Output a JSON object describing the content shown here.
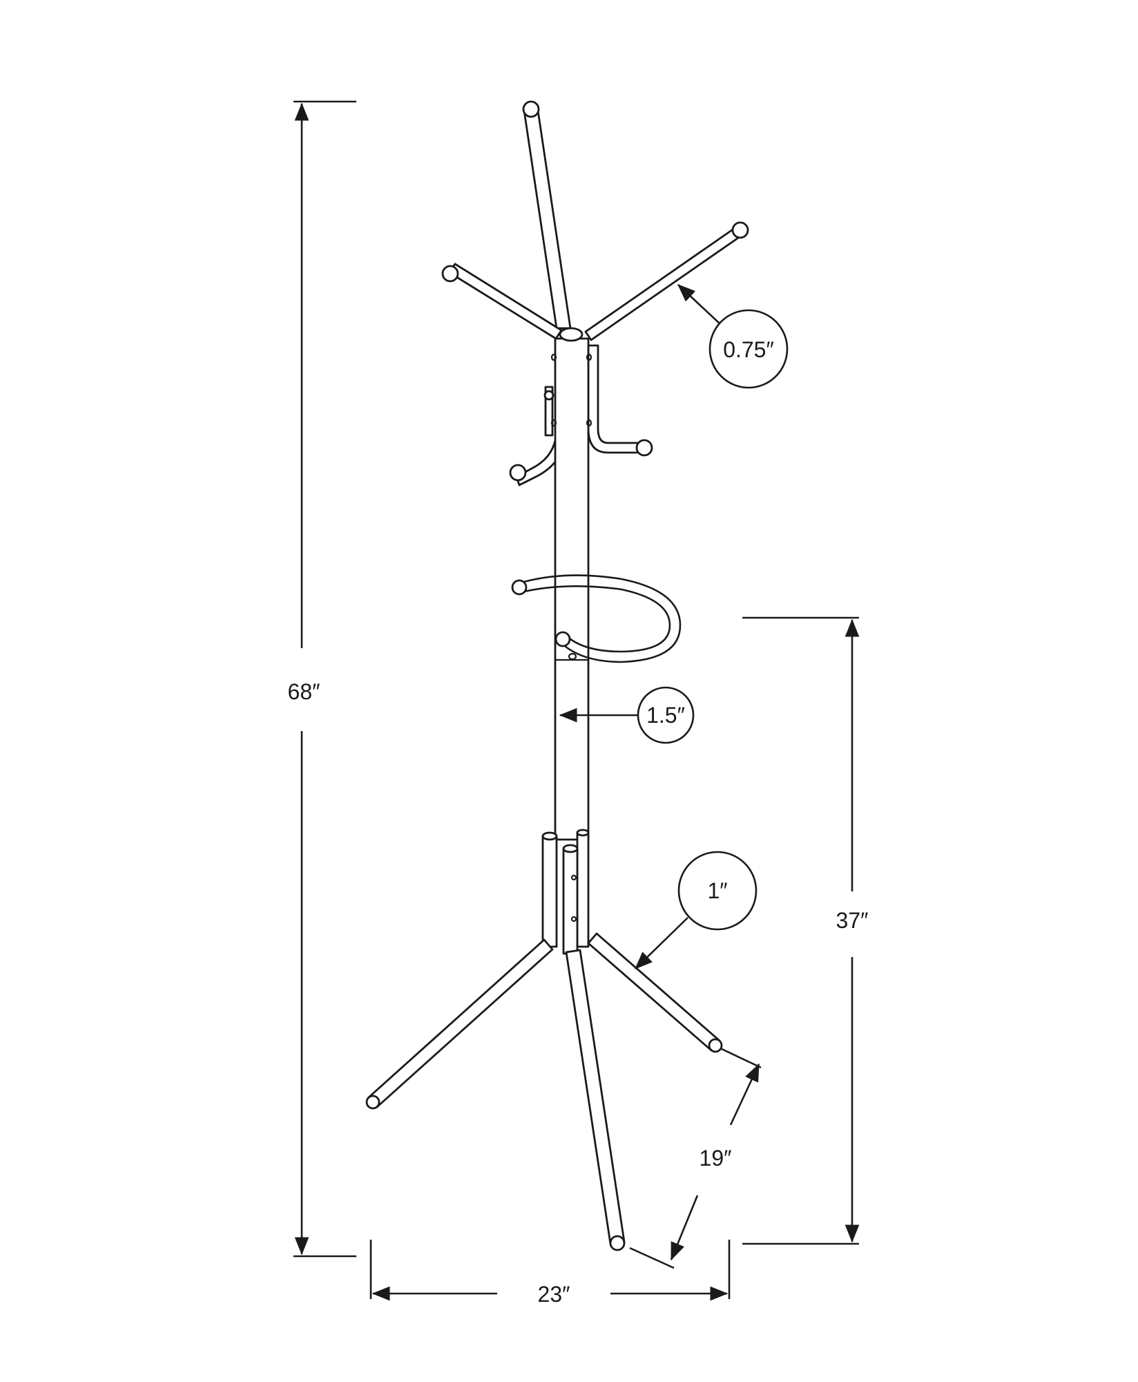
{
  "dimensions": {
    "overall_height": "68″",
    "base_height": "37″",
    "base_width": "23″",
    "leg_length": "19″",
    "pole_diameter": "1.5″",
    "hook_diameter": "0.75″",
    "leg_diameter": "1″"
  },
  "colors": {
    "line": "#1a1a1a",
    "background": "#ffffff"
  }
}
